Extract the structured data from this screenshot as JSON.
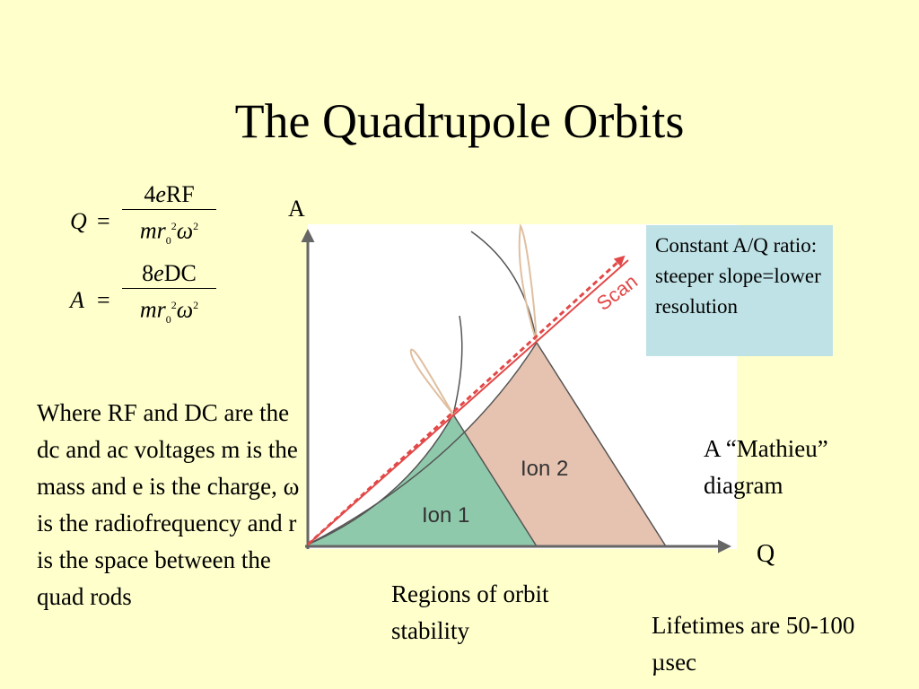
{
  "slide": {
    "title": "The Quadrupole Orbits",
    "formula_q": {
      "lhs": "Q",
      "eq": "=",
      "num_coef": "4",
      "num_var": "e",
      "num_rest": "RF",
      "den_m": "mr",
      "den_sub": "0",
      "den_sup": "2",
      "den_w": "ω",
      "den_sup2": "2"
    },
    "formula_a": {
      "lhs": "A",
      "eq": "=",
      "num_coef": "8",
      "num_var": "e",
      "num_rest": "DC",
      "den_m": "mr",
      "den_sub": "0",
      "den_sup": "2",
      "den_w": "ω",
      "den_sup2": "2"
    },
    "description": "Where RF and DC are the dc and ac voltages m is the mass and e is the charge, ω is the radiofrequency and r is the space between the quad rods",
    "regions_caption": "Regions of orbit stability",
    "mathieu_caption": "A “Mathieu” diagram",
    "lifetime_caption": "Lifetimes are 50-100 µsec",
    "callout_text": "Constant A/Q ratio: steeper slope=lower resolution"
  },
  "diagram": {
    "axis_y_label": "A",
    "axis_x_label": "Q",
    "scan_label": "Scan",
    "regions": [
      {
        "name": "Ion 1",
        "color": "#8fc9ab"
      },
      {
        "name": "Ion 2",
        "color": "#e6c3b0"
      }
    ],
    "scan_color": "#e34848",
    "line_color": "#555555",
    "panel_color": "#ffffff",
    "axis_color": "#666666"
  }
}
